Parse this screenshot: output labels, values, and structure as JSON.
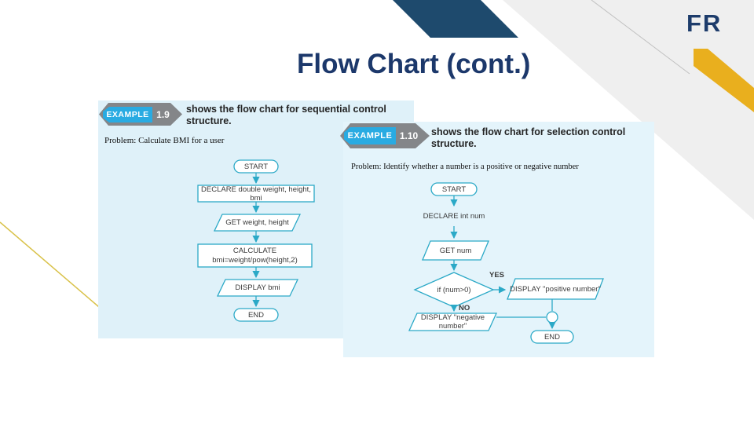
{
  "slide": {
    "title": "Flow Chart (cont.)",
    "logo": "FR",
    "colors": {
      "title_navy": "#1c386b",
      "stripe_navy": "#1e4a6d",
      "stripe_gold": "#e9af1e",
      "band_gray": "#efefef",
      "panel_blue": "#dff1f9",
      "flow_cyan": "#2ba9c7",
      "badge_cyan": "#29abe2",
      "badge_gray": "#848689"
    }
  },
  "example1": {
    "badge_label": "EXAMPLE",
    "badge_number": "1.9",
    "heading": "shows the flow chart for sequential control structure.",
    "problem": "Problem: Calculate BMI for a user",
    "nodes": {
      "start": "START",
      "declare": "DECLARE double weight, height, bmi",
      "get": "GET weight, height",
      "calc_line1": "CALCULATE",
      "calc_line2": "bmi=weight/pow(height,2)",
      "display": "DISPLAY bmi",
      "end": "END"
    }
  },
  "example2": {
    "badge_label": "EXAMPLE",
    "badge_number": "1.10",
    "heading": "shows the flow chart for selection control structure.",
    "problem": "Problem: Identify whether a number is a positive or negative number",
    "nodes": {
      "start": "START",
      "declare": "DECLARE int num",
      "get": "GET num",
      "decision": "if (num>0)",
      "yes": "YES",
      "no": "NO",
      "display_positive": "DISPLAY \"positive number\"",
      "display_negative": "DISPLAY \"negative number\"",
      "end": "END"
    }
  }
}
